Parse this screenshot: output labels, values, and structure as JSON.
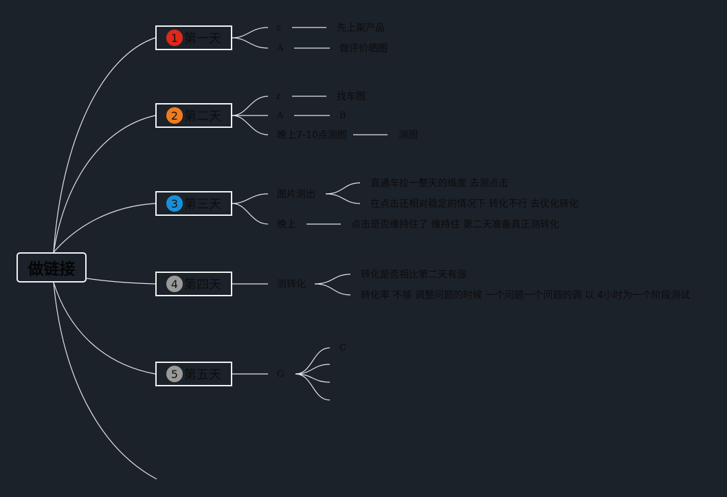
{
  "root": {
    "label": "做链接"
  },
  "days": [
    {
      "badge": "1",
      "badge_color": "#e0281b",
      "label": "第一天",
      "branches": [
        {
          "key": "z",
          "value": "先上架产品"
        },
        {
          "key": "A",
          "value": "做评价晒图"
        }
      ]
    },
    {
      "badge": "2",
      "badge_color": "#f07c1e",
      "label": "第二天",
      "branches": [
        {
          "key": "z",
          "value": "找车图"
        },
        {
          "key": "A",
          "value": "B"
        },
        {
          "key": "晚上7-10点测图",
          "value": "测图"
        }
      ]
    },
    {
      "badge": "3",
      "badge_color": "#1a8fd8",
      "label": "第三天",
      "branches": [
        {
          "key": "图片测出",
          "children": [
            "直通车拉一整天的维度 去测点击",
            "在点击还相对稳定的情况下 转化不行 去优化转化"
          ]
        },
        {
          "key": "晚上",
          "value": "点击是否维持住了 维持住 第二天准备真正测转化"
        }
      ]
    },
    {
      "badge": "4",
      "badge_color": "#9a9a9a",
      "label": "第四天",
      "branches": [
        {
          "key": "测转化",
          "children": [
            "转化是否相比第二天有涨",
            "转化率 不够 调整问题的时候 一个问题一个问题的调 以 4小时为一个阶段测试"
          ]
        }
      ]
    },
    {
      "badge": "5",
      "badge_color": "#9a9a9a",
      "label": "第五天",
      "branches": [
        {
          "key": "G",
          "children": [
            "C",
            "",
            "",
            ""
          ]
        }
      ]
    }
  ],
  "colors": {
    "background": "#1c222a",
    "line": "#e6e6e6",
    "text": "#0c0c0c"
  }
}
